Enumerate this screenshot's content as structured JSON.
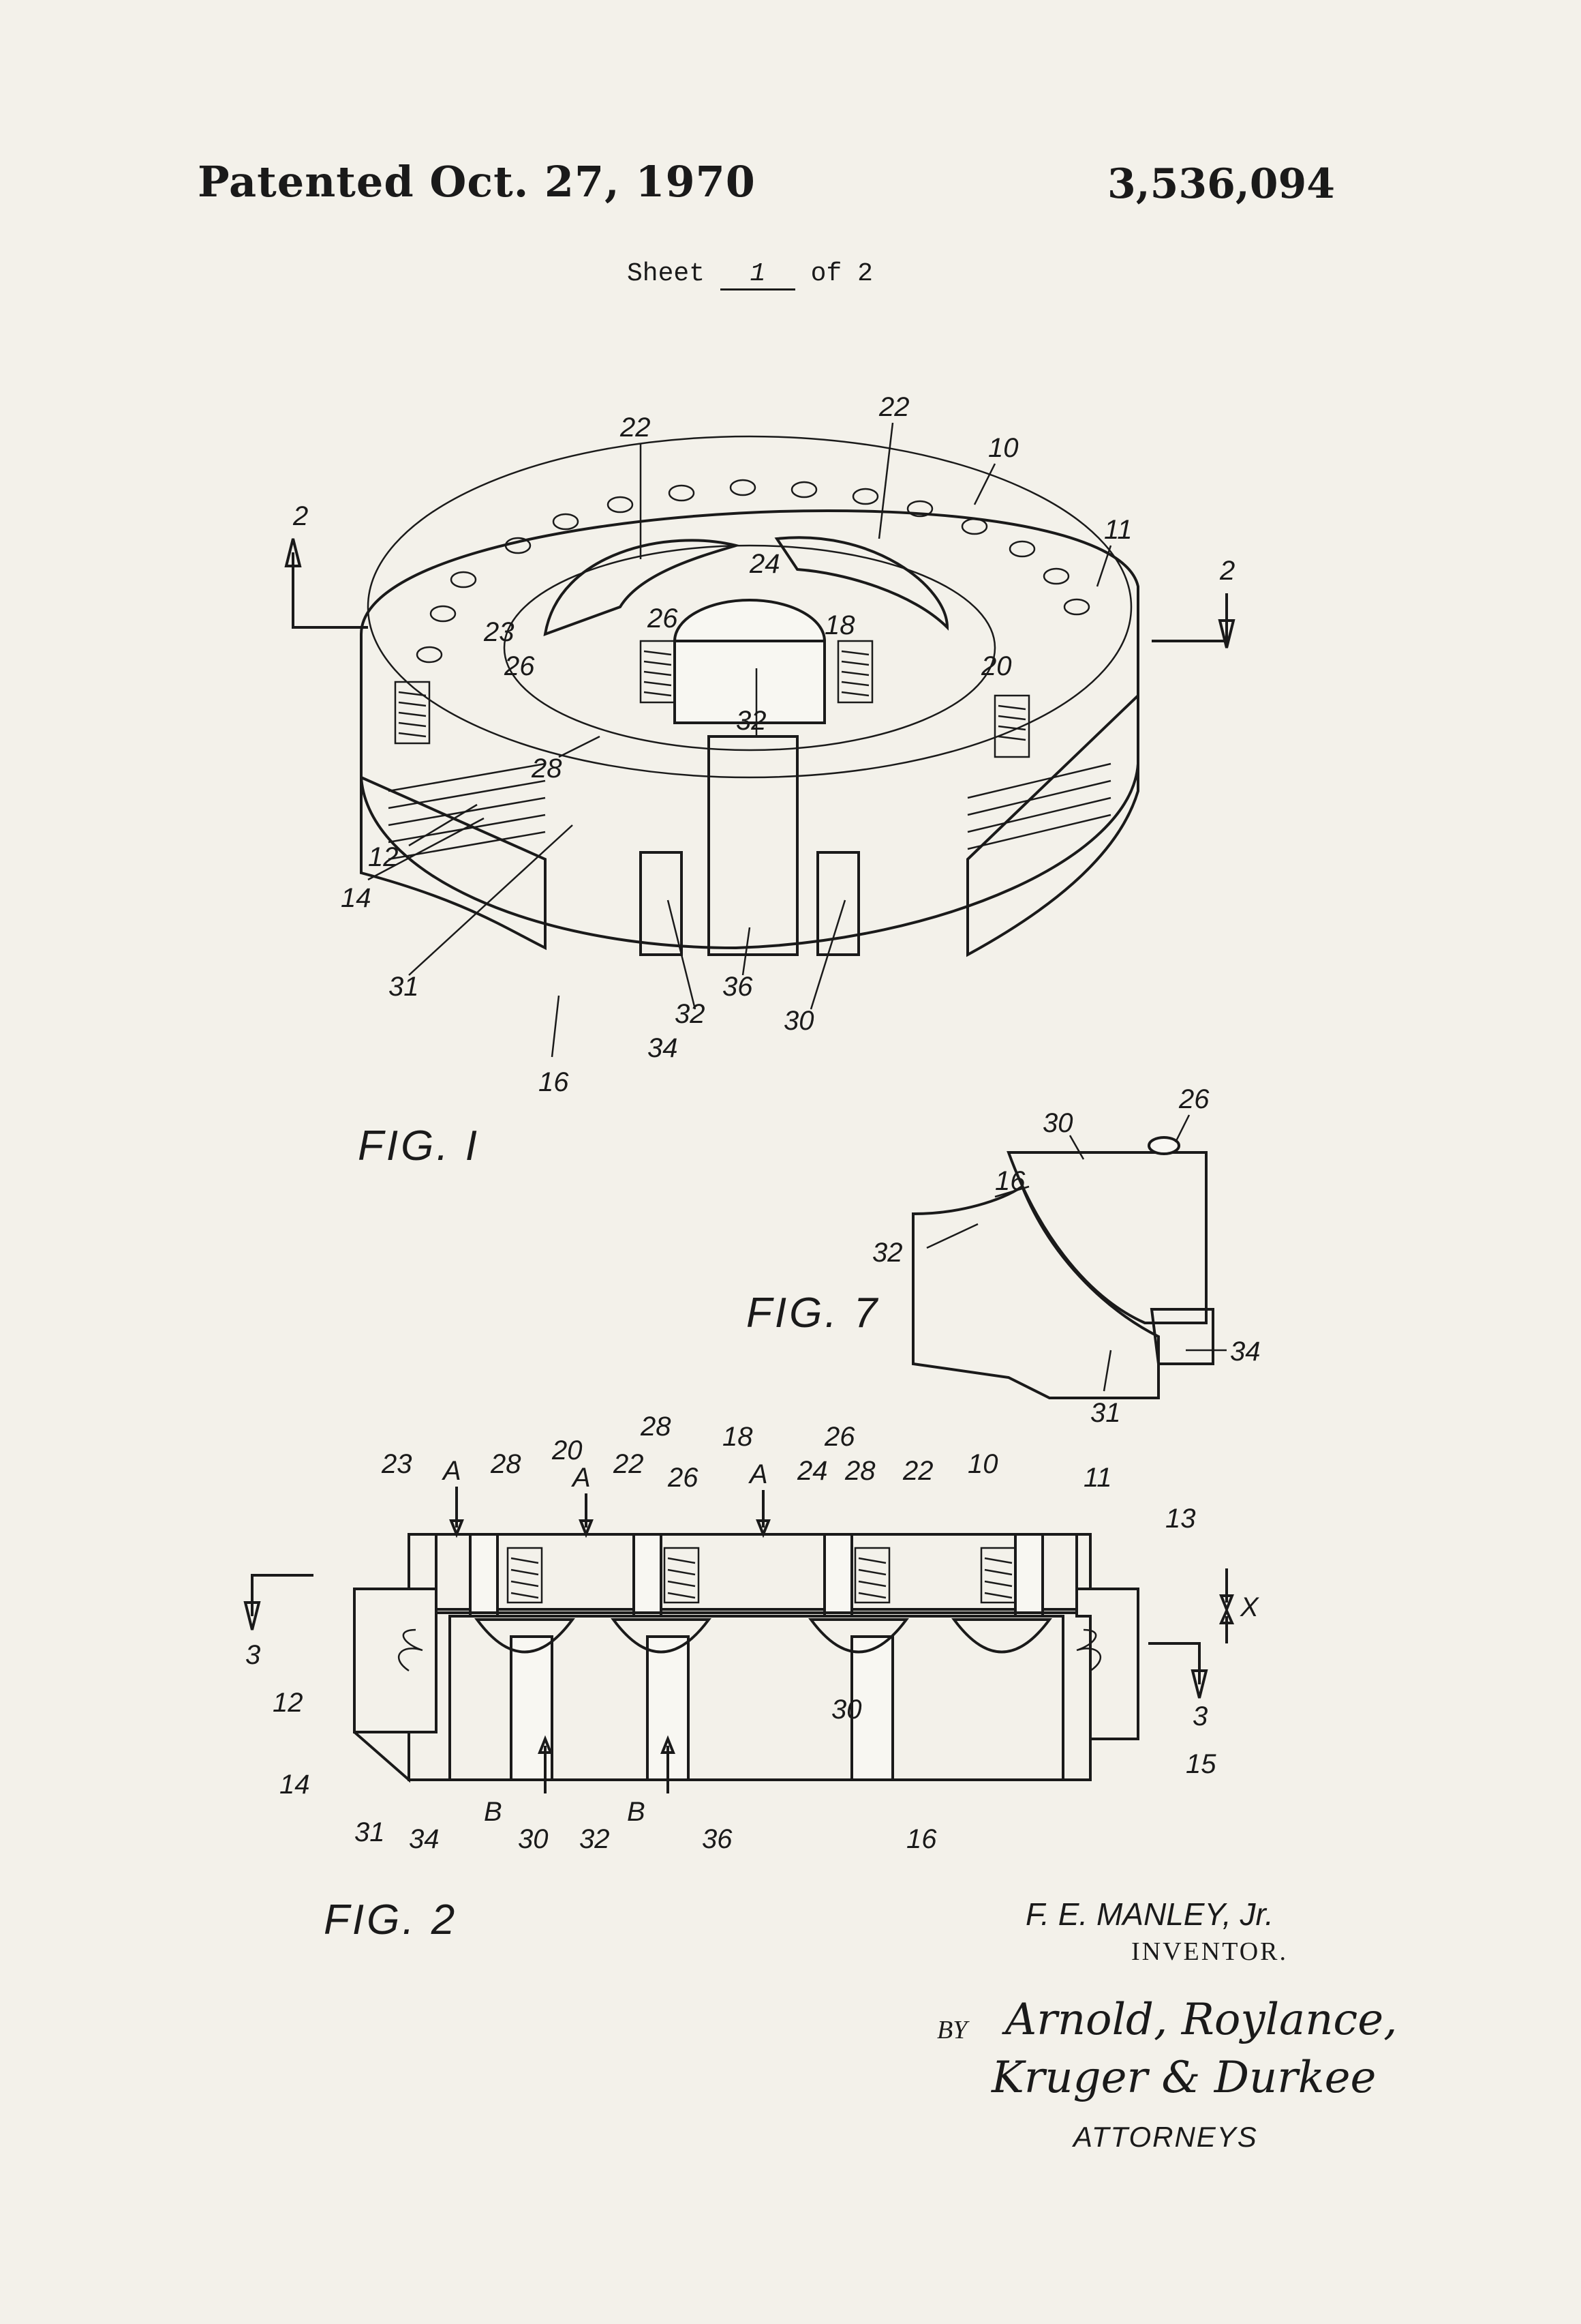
{
  "header": {
    "patented": "Patented  Oct. 27, 1970",
    "patent_number": "3,536,094",
    "sheet_prefix": "Sheet",
    "sheet_number": "1",
    "sheet_suffix": "of 2"
  },
  "figures": {
    "fig1": {
      "caption": "FIG. I",
      "section_markers": [
        "2",
        "2"
      ],
      "reference_numerals": [
        "22",
        "22",
        "10",
        "11",
        "24",
        "18",
        "26",
        "23",
        "26",
        "20",
        "32",
        "28",
        "12",
        "14",
        "31",
        "16",
        "34",
        "32",
        "36",
        "30"
      ]
    },
    "fig7": {
      "caption": "FIG. 7",
      "reference_numerals": [
        "26",
        "30",
        "16",
        "32",
        "34",
        "31"
      ]
    },
    "fig2": {
      "caption": "FIG. 2",
      "section_markers": [
        "3",
        "3"
      ],
      "flow_labels": [
        "A",
        "A",
        "A",
        "B",
        "B"
      ],
      "dimension_label": "X",
      "reference_numerals": [
        "23",
        "28",
        "20",
        "22",
        "28",
        "18",
        "26",
        "24",
        "26",
        "28",
        "22",
        "10",
        "11",
        "13",
        "12",
        "14",
        "31",
        "34",
        "30",
        "32",
        "30",
        "36",
        "16",
        "15"
      ]
    }
  },
  "inventor": {
    "name": "F. E. MANLEY, Jr.",
    "caption": "INVENTOR."
  },
  "attorneys": {
    "by": "BY",
    "signature_line1": "Arnold, Roylance,",
    "signature_line2": "Kruger & Durkee",
    "caption": "ATTORNEYS"
  }
}
